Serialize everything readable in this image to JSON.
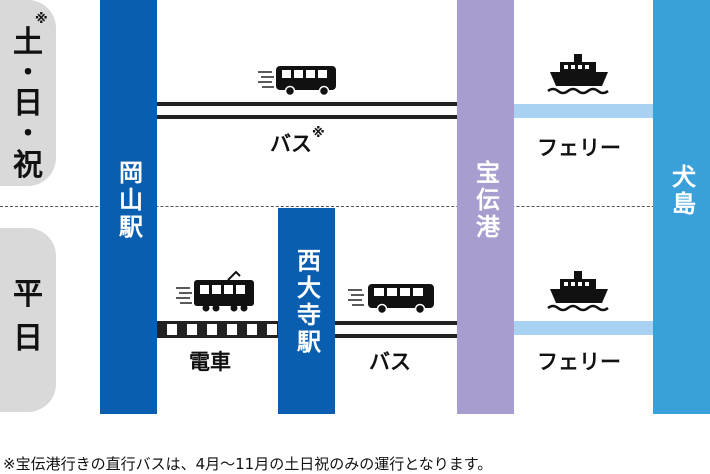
{
  "rows": {
    "weekend": {
      "chars": [
        "土",
        "・",
        "日",
        "・",
        "祝"
      ],
      "mark": "※"
    },
    "weekday": {
      "chars": [
        "平",
        "日"
      ]
    }
  },
  "stations": {
    "okayama": "岡山駅",
    "saidaiji": "西大寺駅",
    "hoden": "宝伝港",
    "inujima": "犬島"
  },
  "captions": {
    "bus_weekend": "バス",
    "bus_weekend_mark": "※",
    "ferry_weekend": "フェリー",
    "train_weekday": "電車",
    "bus_weekday": "バス",
    "ferry_weekday": "フェリー"
  },
  "icons": {
    "bus": "bus-icon",
    "ship": "ferry-icon",
    "train": "train-icon"
  },
  "colors": {
    "okayama": "#0a5eaf",
    "saidaiji": "#0a5eaf",
    "hoden": "#a79dce",
    "inujima": "#3aa0d9",
    "ferry_line": "#a9d2f2",
    "row_label_bg": "#d9d9d9"
  },
  "footnote": "※宝伝港行きの直行バスは、4月〜11月の土日祝のみの運行となります。"
}
